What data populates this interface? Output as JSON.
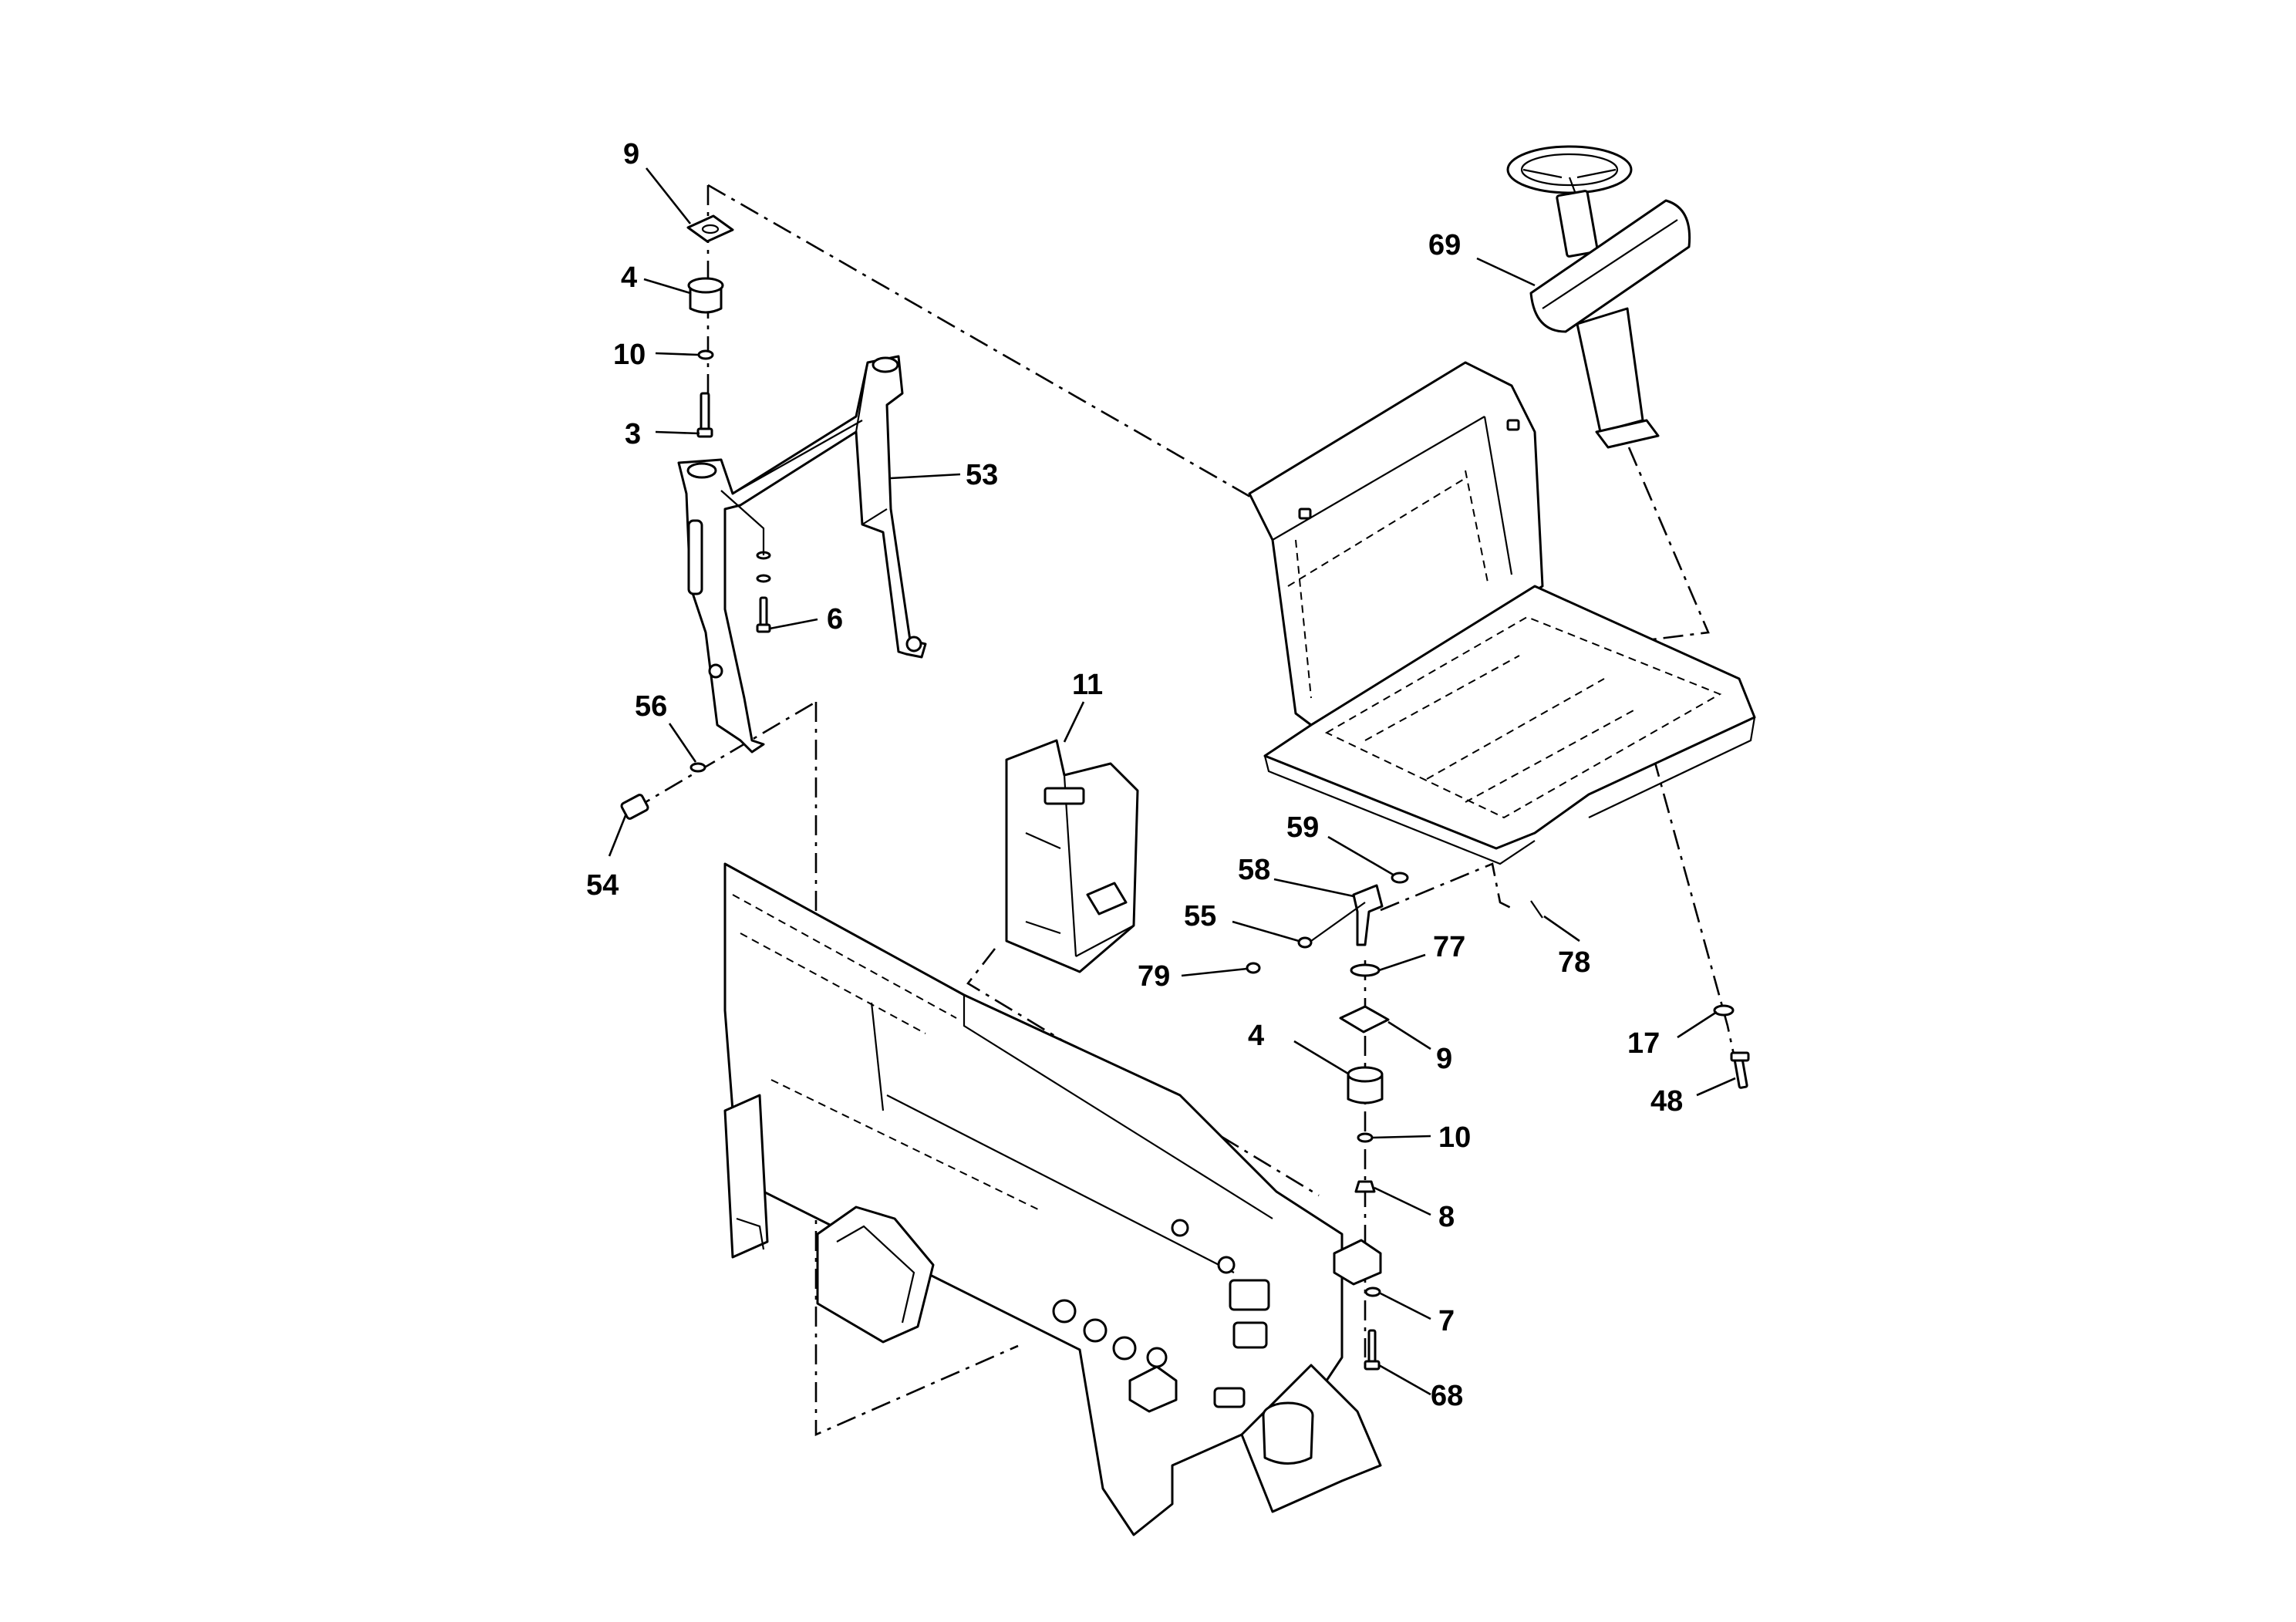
{
  "callouts": {
    "c9a": "9",
    "c4a": "4",
    "c10a": "10",
    "c3": "3",
    "c53": "53",
    "c6": "6",
    "c56": "56",
    "c54": "54",
    "c11": "11",
    "c69": "69",
    "c59": "59",
    "c58": "58",
    "c55": "55",
    "c79": "79",
    "c77": "77",
    "c78": "78",
    "c4b": "4",
    "c9b": "9",
    "c10b": "10",
    "c8": "8",
    "c7": "7",
    "c68": "68",
    "c17": "17",
    "c48": "48"
  }
}
